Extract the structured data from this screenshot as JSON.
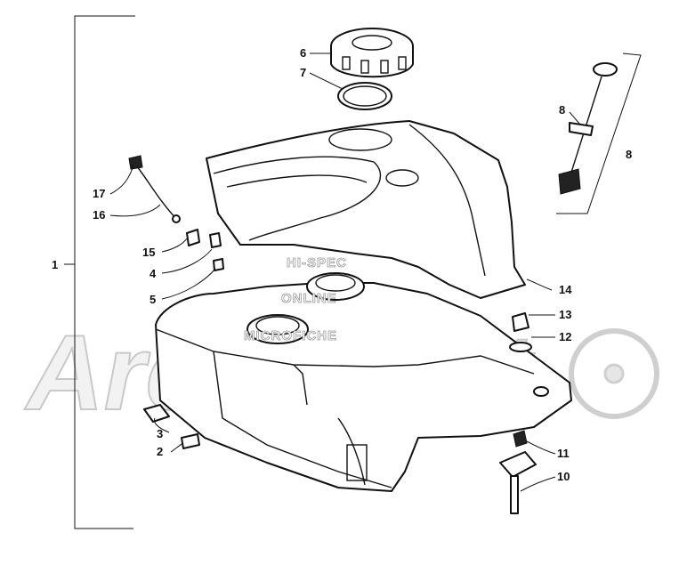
{
  "watermark": {
    "brand": "Arctic Cat",
    "line1": "HI-SPEC",
    "line2": "ONLINE",
    "line3": "MICROFICHE"
  },
  "callouts": [
    {
      "id": "1",
      "text": "1"
    },
    {
      "id": "2",
      "text": "2"
    },
    {
      "id": "3",
      "text": "3"
    },
    {
      "id": "4",
      "text": "4"
    },
    {
      "id": "5",
      "text": "5"
    },
    {
      "id": "6",
      "text": "6"
    },
    {
      "id": "7",
      "text": "7"
    },
    {
      "id": "8a",
      "text": "8"
    },
    {
      "id": "8b",
      "text": "8"
    },
    {
      "id": "10",
      "text": "10"
    },
    {
      "id": "11",
      "text": "11"
    },
    {
      "id": "12",
      "text": "12"
    },
    {
      "id": "13",
      "text": "13"
    },
    {
      "id": "14",
      "text": "14"
    },
    {
      "id": "15",
      "text": "15"
    },
    {
      "id": "16",
      "text": "16"
    },
    {
      "id": "17",
      "text": "17"
    }
  ]
}
